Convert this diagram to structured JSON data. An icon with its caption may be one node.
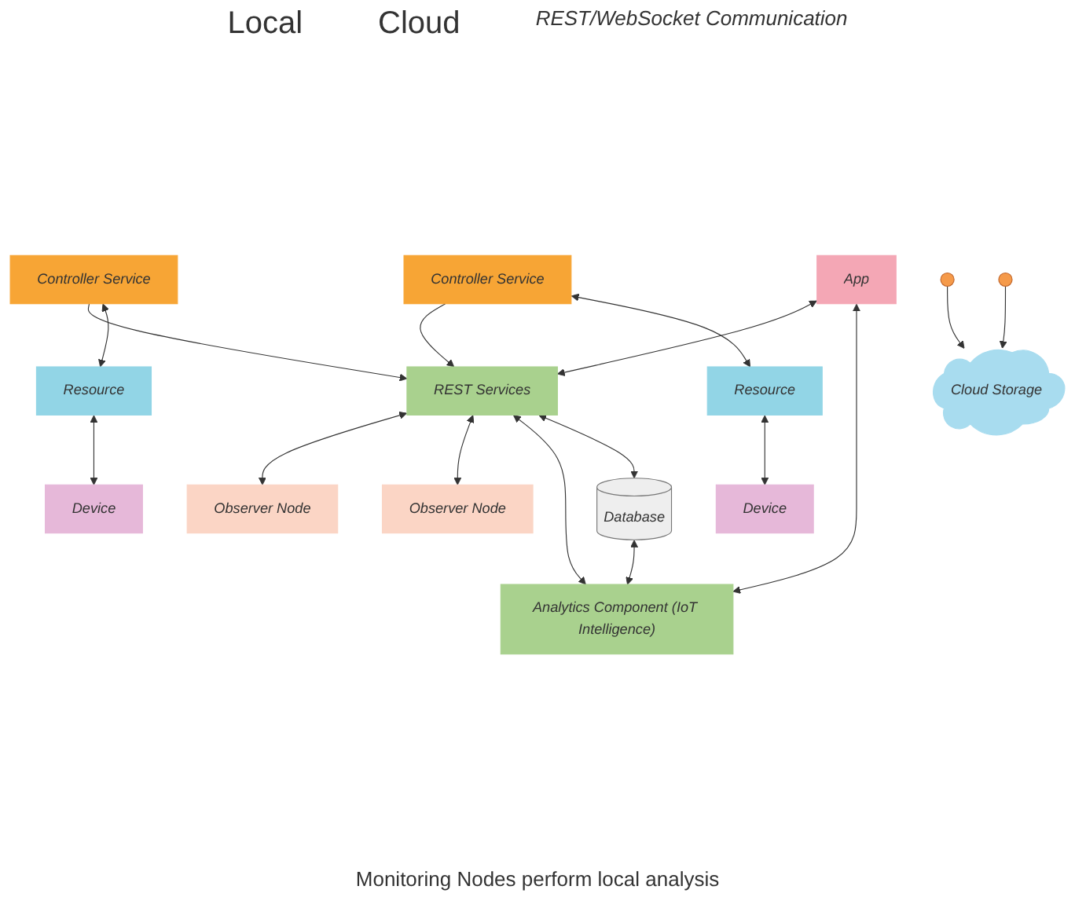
{
  "diagram": {
    "nodes": [
      {
        "text": [
          "Observer Node"
        ]
      },
      {
        "text": [
          "App"
        ]
      },
      {
        "text": [
          "Observer Node"
        ]
      },
      {
        "text": [
          "Controller Service"
        ]
      },
      {
        "text": [
          "Controller Service"
        ]
      },
      {
        "text": [
          "REST Services"
        ]
      },
      {
        "text": [
          "Analytics Component (IoT Intelligence)"
        ]
      },
      {
        "text": [
          "Resource"
        ]
      },
      {
        "text": [
          "Resource"
        ]
      },
      {
        "text": [
          "Database"
        ]
      },
      {
        "text": [
          "Device"
        ]
      },
      {
        "text": [
          "Device"
        ]
      },
      {
        "text": [],
        "shape": "circle"
      },
      {
        "text": [],
        "shape": "circle"
      },
      {
        "text": [
          "Cloud Storage"
        ]
      }
    ],
    "edges": [
      {
        "from": 5,
        "to": 0,
        "arrow": "both"
      },
      {
        "from": 3,
        "to": 5,
        "arrow": "to"
      },
      {
        "from": 4,
        "to": 5,
        "arrow": "to"
      },
      {
        "from": 1,
        "to": 5,
        "arrow": "both"
      },
      {
        "from": 5,
        "to": 2,
        "arrow": "both"
      },
      {
        "from": 5,
        "to": 6,
        "arrow": "both"
      },
      {
        "from": 1,
        "to": 6,
        "arrow": "both"
      },
      {
        "from": 5,
        "to": 9,
        "arrow": "both"
      },
      {
        "from": 9,
        "to": 6,
        "arrow": "both"
      },
      {
        "from": 3,
        "to": 7,
        "arrow": "both"
      },
      {
        "from": 7,
        "to": 10,
        "arrow": "both"
      },
      {
        "from": 4,
        "to": 8,
        "arrow": "both"
      },
      {
        "from": 8,
        "to": 11,
        "arrow": "both"
      },
      {
        "from": 12,
        "to": 14,
        "arrow": "to"
      },
      {
        "from": 13,
        "to": 14,
        "arrow": "to"
      }
    ],
    "labels": [
      "Local",
      "Cloud",
      "REST/WebSocket Communication",
      "Monitoring Nodes perform local analysis"
    ]
  }
}
